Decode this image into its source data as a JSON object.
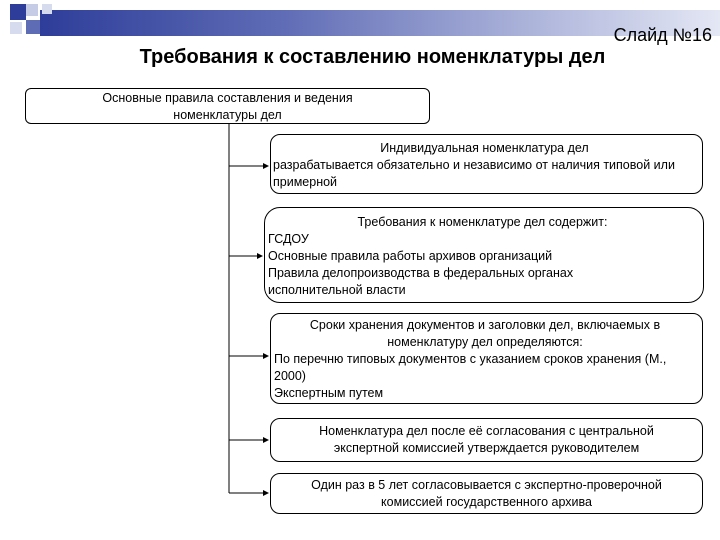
{
  "slide": {
    "number_label": "Слайд №16",
    "title": "Требования к составлению номенклатуры дел"
  },
  "colors": {
    "accent_dark": "#2e3d99",
    "accent_light": "#a8b0d8",
    "box_border": "#000000"
  },
  "diagram": {
    "root": {
      "lines": [
        "Основные правила составления и ведения",
        "номенклатуры дел"
      ]
    },
    "children": [
      {
        "heading": "Индивидуальная номенклатура дел",
        "items": [
          "разрабатывается обязательно и независимо от наличия типовой или примерной"
        ]
      },
      {
        "heading": "Требования к номенклатуре дел содержит:",
        "items": [
          "ГСДОУ",
          "Основные правила работы архивов организаций",
          "Правила делопроизводства в федеральных органах исполнительной власти"
        ]
      },
      {
        "heading": "Сроки хранения документов и заголовки дел, включаемых в номенклатуру дел определяются:",
        "items": [
          "По перечню типовых документов с указанием сроков хранения (М., 2000)",
          "Экспертным путем"
        ]
      },
      {
        "heading": "Номенклатура дел после её согласования с центральной экспертной комиссией утверждается  руководителем",
        "items": []
      },
      {
        "heading": "Один раз в 5 лет согласовывается с экспертно-проверочной комиссией государственного архива",
        "items": []
      }
    ]
  }
}
